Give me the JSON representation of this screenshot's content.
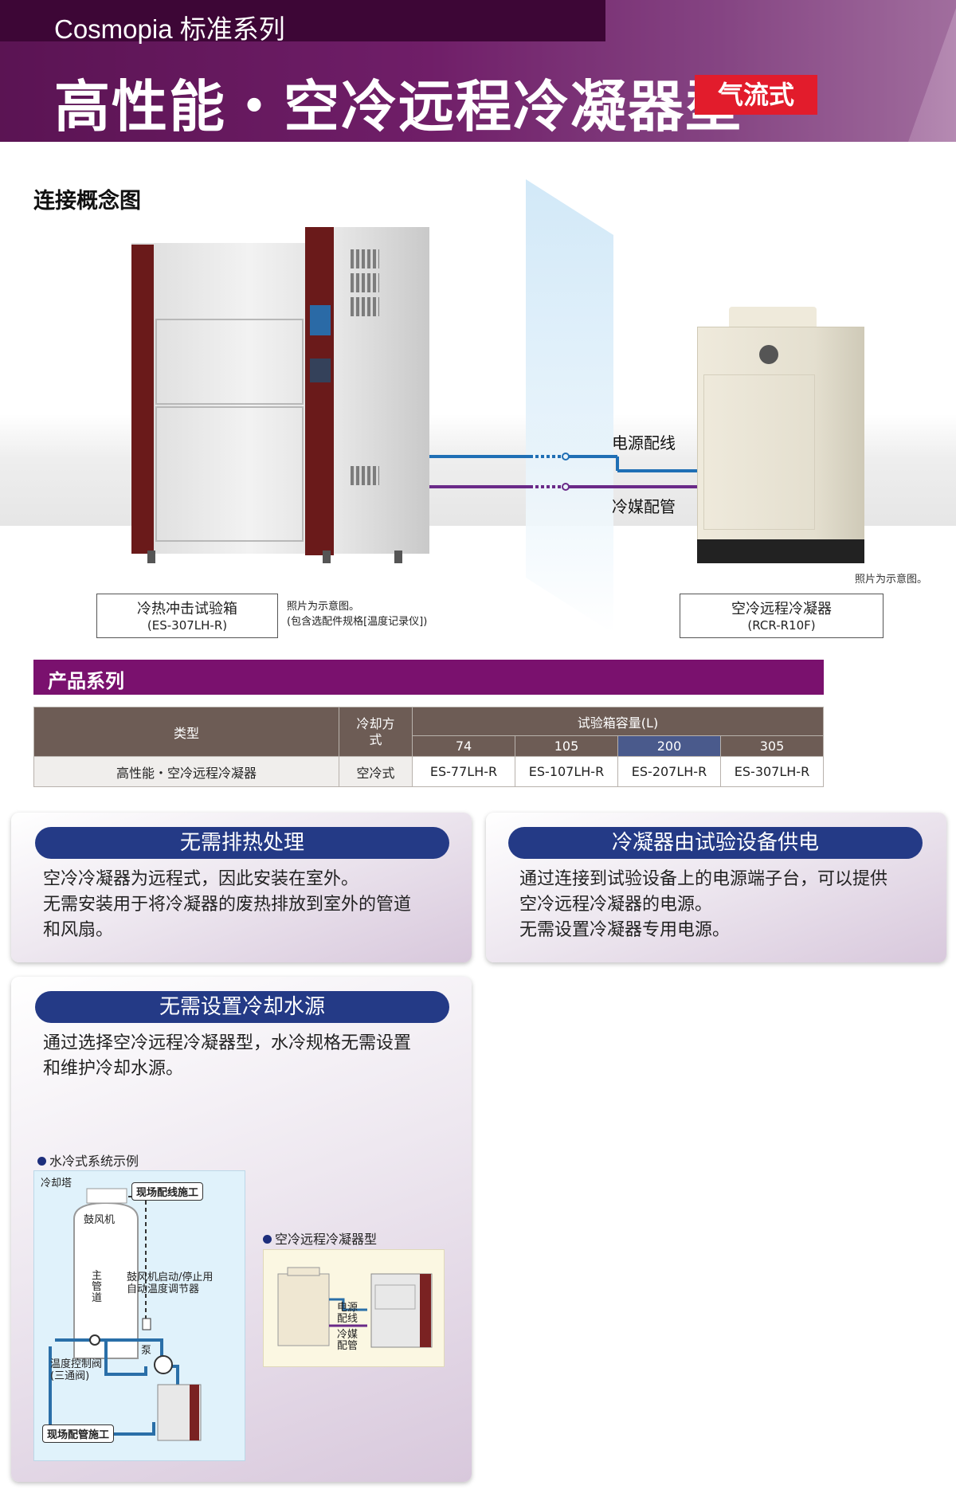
{
  "header": {
    "series": "Cosmopia 标准系列",
    "title": "高性能・空冷远程冷凝器型",
    "badge": "气流式"
  },
  "concept": {
    "heading": "连接概念图",
    "power_label": "电源配线",
    "refrigerant_label": "冷媒配管",
    "photo_note_right": "照片为示意图。",
    "chamber_name": "冷热冲击试验箱",
    "chamber_model": "(ES-307LH-R)",
    "photo_note_left_1": "照片为示意图。",
    "photo_note_left_2": "(包含选配件规格[温度记录仪])",
    "condenser_name": "空冷远程冷凝器",
    "condenser_model": "(RCR-R10F)"
  },
  "product_series": {
    "heading": "产品系列",
    "col_type": "类型",
    "col_cooling": "冷却方式",
    "col_capacity": "试验箱容量(L)",
    "capacities": [
      "74",
      "105",
      "200",
      "305"
    ],
    "row": {
      "type": "高性能・空冷远程冷凝器",
      "cooling": "空冷式",
      "models": [
        "ES-77LH-R",
        "ES-107LH-R",
        "ES-207LH-R",
        "ES-307LH-R"
      ]
    }
  },
  "features": [
    {
      "title": "无需排热处理",
      "lines": [
        "空冷冷凝器为远程式，因此安装在室外。",
        "无需安装用于将冷凝器的废热排放到室外的管道",
        "和风扇。"
      ]
    },
    {
      "title": "冷凝器由试验设备供电",
      "lines": [
        "通过连接到试验设备上的电源端子台，可以提供",
        "空冷远程冷凝器的电源。",
        "无需设置冷凝器专用电源。"
      ]
    },
    {
      "title": "无需设置冷却水源",
      "lines": [
        "通过选择空冷远程冷凝器型，水冷规格无需设置",
        "和维护冷却水源。"
      ]
    }
  ],
  "water_example": {
    "heading": "水冷式系统示例",
    "cooling_tower": "冷却塔",
    "blower": "鼓风机",
    "main_pipe": "主管道",
    "field_wiring": "现场配线施工",
    "blower_control": "鼓风机启动/停止用",
    "auto_temp": "自动温度调节器",
    "pump": "泵",
    "valve": "温度控制阀",
    "valve_sub": "(三通阀)",
    "field_piping": "现场配管施工"
  },
  "air_example": {
    "heading": "空冷远程冷凝器型",
    "power": "电源配线",
    "refrigerant": "冷媒配管"
  }
}
